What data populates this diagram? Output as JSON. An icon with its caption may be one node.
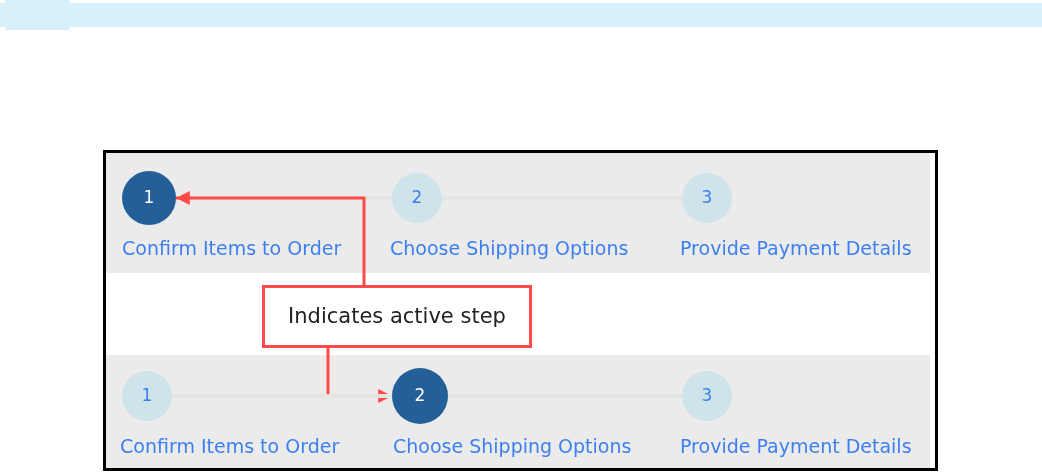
{
  "diagram": {
    "nodes": [
      {
        "text": [],
        "shape": "box"
      },
      {
        "text": [],
        "shape": "band",
        "in": 0
      },
      {
        "text": [
          "1"
        ],
        "beside": [
          "Confirm Items to Order"
        ],
        "in": 1
      },
      {
        "text": [
          "2"
        ],
        "beside": [
          "Choose Shipping Options"
        ],
        "in": 1
      },
      {
        "text": [
          "3"
        ],
        "beside": [
          "Provide Payment Details"
        ],
        "in": 1
      },
      {
        "text": [
          "Indicates active step"
        ],
        "in": 0
      },
      {
        "text": [],
        "shape": "band",
        "in": 0
      },
      {
        "text": [
          "1"
        ],
        "beside": [
          "Confirm Items to Order"
        ],
        "in": 6
      },
      {
        "text": [
          "2"
        ],
        "beside": [
          "Choose Shipping Options"
        ],
        "in": 6
      },
      {
        "text": [
          "3"
        ],
        "beside": [
          "Provide Payment Details"
        ],
        "in": 6
      }
    ],
    "edges": [
      {
        "from": 2,
        "to": 3,
        "arrow": "none"
      },
      {
        "from": 3,
        "to": 4,
        "arrow": "none"
      },
      {
        "from": 5,
        "to": 2,
        "arrow": "to",
        "color": "#ff4a4a"
      },
      {
        "from": 5,
        "to": 8,
        "arrow": "to",
        "color": "#ff4a4a"
      },
      {
        "from": 7,
        "to": 8,
        "arrow": "none"
      },
      {
        "from": 8,
        "to": 9,
        "arrow": "none"
      }
    ]
  }
}
